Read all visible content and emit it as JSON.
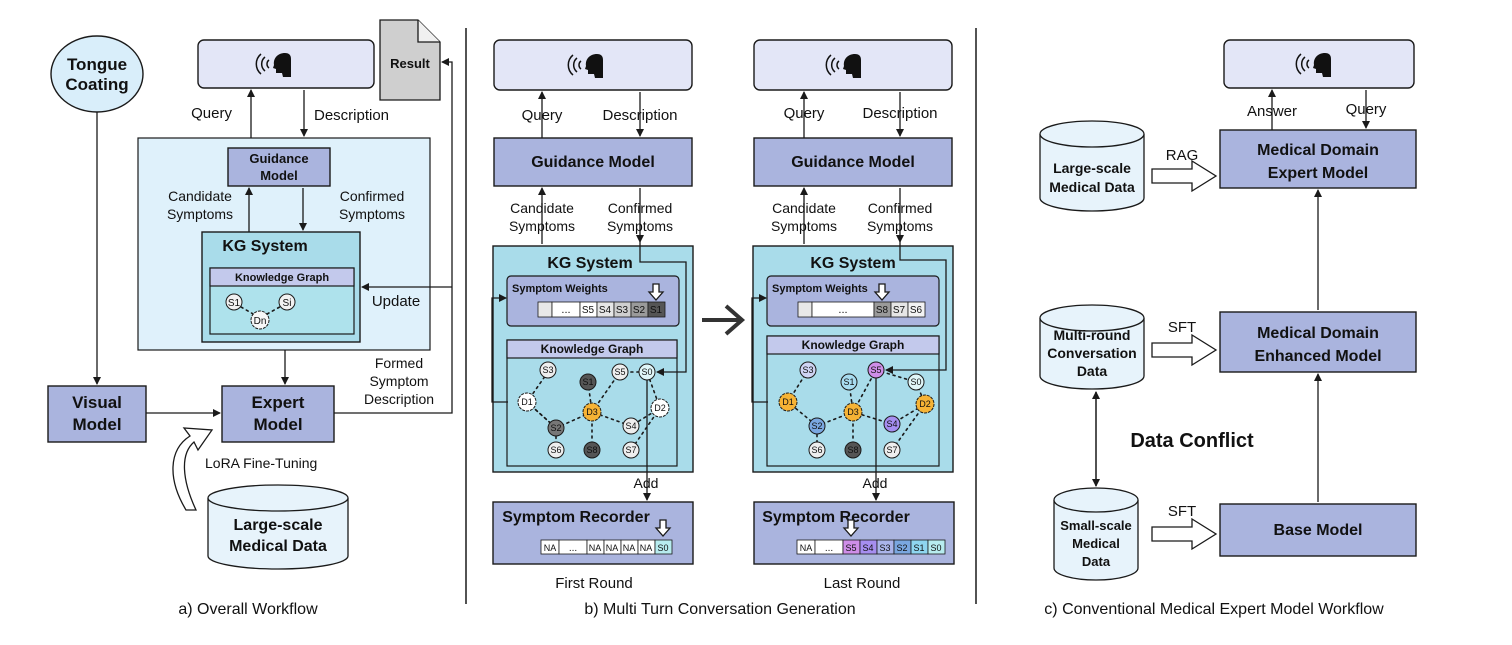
{
  "captions": {
    "a": "a) Overall Workflow",
    "b": "b) Multi Turn Conversation Generation",
    "c": "c) Conventional Medical Expert Model Workflow"
  },
  "panel_a": {
    "tongue": [
      "Tongue",
      "Coating"
    ],
    "result": "Result",
    "query": "Query",
    "description": "Description",
    "guidance": [
      "Guidance",
      "Model"
    ],
    "candidate": [
      "Candidate",
      "Symptoms"
    ],
    "confirmed": [
      "Confirmed",
      "Symptoms"
    ],
    "kg_system": "KG System",
    "knowledge_graph": "Knowledge Graph",
    "update": "Update",
    "formed": [
      "Formed",
      "Symptom",
      "Description"
    ],
    "visual": [
      "Visual",
      "Model"
    ],
    "expert": [
      "Expert",
      "Model"
    ],
    "lora": "LoRA Fine-Tuning",
    "large_data": [
      "Large-scale",
      "Medical Data"
    ],
    "nodes": {
      "s1": "S1",
      "si": "Si",
      "dn": "Dn"
    }
  },
  "panel_b": {
    "query": "Query",
    "description": "Description",
    "guidance": "Guidance Model",
    "candidate": [
      "Candidate",
      "Symptoms"
    ],
    "confirmed": [
      "Confirmed",
      "Symptoms"
    ],
    "kg_system": "KG System",
    "symptom_weights": "Symptom Weights",
    "knowledge_graph": "Knowledge Graph",
    "add": "Add",
    "recorder": "Symptom Recorder",
    "first_round": "First Round",
    "last_round": "Last Round",
    "weights_first": [
      "...",
      "S5",
      "S4",
      "S3",
      "S2",
      "S1"
    ],
    "weights_last": [
      "...",
      "S8",
      "S7",
      "S6"
    ],
    "recorder_first": [
      "NA",
      "...",
      "NA",
      "NA",
      "NA",
      "NA",
      "S0"
    ],
    "recorder_last": [
      "NA",
      "...",
      "S5",
      "S4",
      "S3",
      "S2",
      "S1",
      "S0"
    ],
    "nodes": {
      "s3": "S3",
      "s1": "S1",
      "s5": "S5",
      "s0": "S0",
      "d1": "D1",
      "d3": "D3",
      "d2": "D2",
      "s2": "S2",
      "s8": "S8",
      "s4": "S4",
      "s6": "S6",
      "s7": "S7"
    }
  },
  "panel_c": {
    "answer": "Answer",
    "query": "Query",
    "rag": "RAG",
    "sft": "SFT",
    "expert": [
      "Medical Domain",
      "Expert Model"
    ],
    "enhanced": [
      "Medical Domain",
      "Enhanced Model"
    ],
    "base": "Base Model",
    "large_data": [
      "Large-scale",
      "Medical Data"
    ],
    "multi_round": [
      "Multi-round",
      "Conversation",
      "Data"
    ],
    "small_scale": [
      "Small-scale",
      "Medical",
      "Data"
    ],
    "conflict": "Data Conflict"
  },
  "colors": {
    "box": "#aab4de",
    "kg": "#a9dcea",
    "panel": "#dff1fb",
    "conflict": "#e53030"
  }
}
